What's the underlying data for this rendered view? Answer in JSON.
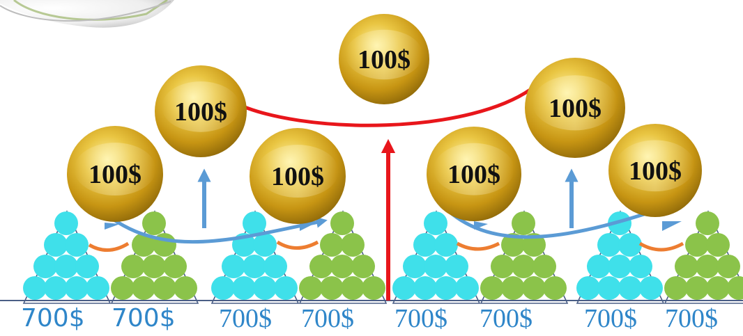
{
  "coins": [
    {
      "id": "top-center",
      "label": "100$"
    },
    {
      "id": "mid-left",
      "label": "100$"
    },
    {
      "id": "mid-right",
      "label": "100$"
    },
    {
      "id": "low-1",
      "label": "100$"
    },
    {
      "id": "low-2",
      "label": "100$"
    },
    {
      "id": "low-3",
      "label": "100$"
    },
    {
      "id": "low-4",
      "label": "100$"
    }
  ],
  "bottom_labels": [
    "700$",
    "700$",
    "700$",
    "700$",
    "700$",
    "700$",
    "700$",
    "700$"
  ],
  "colors": {
    "gold_light": "#f7e27a",
    "gold_mid": "#d4a817",
    "gold_dark": "#8a6508",
    "cyan_ball": "#3fe0ea",
    "green_ball": "#8bc34a",
    "triangle": "#4a5e86",
    "blue_arrow": "#5b9bd5",
    "red_line": "#e8161b",
    "orange_arc": "#ed7d31",
    "label": "#2f86c9"
  }
}
